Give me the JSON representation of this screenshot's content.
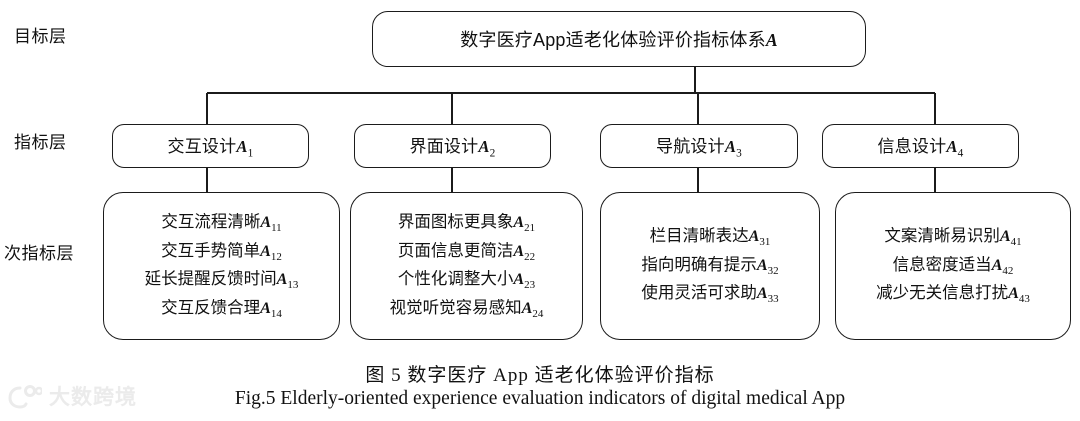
{
  "figure": {
    "row_labels": [
      "目标层",
      "指标层",
      "次指标层"
    ],
    "root": {
      "label": "数字医疗App适老化体验评价指标体系",
      "index": "A",
      "sub": ""
    },
    "level2": [
      {
        "label": "交互设计",
        "index": "A",
        "sub": "1"
      },
      {
        "label": "界面设计",
        "index": "A",
        "sub": "2"
      },
      {
        "label": "导航设计",
        "index": "A",
        "sub": "3"
      },
      {
        "label": "信息设计",
        "index": "A",
        "sub": "4"
      }
    ],
    "leaves": [
      {
        "items": [
          {
            "label": "交互流程清晰",
            "index": "A",
            "sub": "11"
          },
          {
            "label": "交互手势简单",
            "index": "A",
            "sub": "12"
          },
          {
            "label": "延长提醒反馈时间",
            "index": "A",
            "sub": "13"
          },
          {
            "label": "交互反馈合理",
            "index": "A",
            "sub": "14"
          }
        ]
      },
      {
        "items": [
          {
            "label": "界面图标更具象",
            "index": "A",
            "sub": "21"
          },
          {
            "label": "页面信息更简洁",
            "index": "A",
            "sub": "22"
          },
          {
            "label": "个性化调整大小",
            "index": "A",
            "sub": "23"
          },
          {
            "label": "视觉听觉容易感知",
            "index": "A",
            "sub": "24"
          }
        ]
      },
      {
        "items": [
          {
            "label": "栏目清晰表达",
            "index": "A",
            "sub": "31"
          },
          {
            "label": "指向明确有提示",
            "index": "A",
            "sub": "32"
          },
          {
            "label": "使用灵活可求助",
            "index": "A",
            "sub": "33"
          }
        ]
      },
      {
        "items": [
          {
            "label": "文案清晰易识别",
            "index": "A",
            "sub": "41"
          },
          {
            "label": "信息密度适当",
            "index": "A",
            "sub": "42"
          },
          {
            "label": "减少无关信息打扰",
            "index": "A",
            "sub": "43"
          }
        ]
      }
    ],
    "caption_cn": "图 5   数字医疗 App 适老化体验评价指标",
    "caption_en": "Fig.5 Elderly-oriented experience evaluation indicators of digital medical App",
    "watermark_text": "大数跨境",
    "colors": {
      "stroke": "#1b1b1b",
      "background": "#ffffff",
      "text": "#111111",
      "watermark": "#ebebeb"
    }
  }
}
